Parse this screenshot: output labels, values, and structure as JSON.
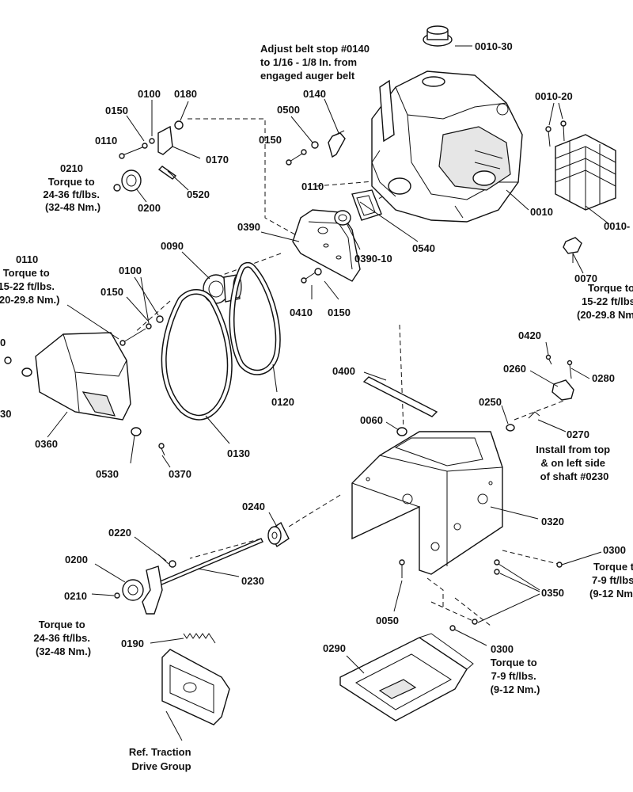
{
  "callouts": {
    "p0010_30": "0010-30",
    "p0010_20": "0010-20",
    "p0010": "0010",
    "p0010_r": "0010-",
    "p0070": "0070",
    "p0100_top": "0100",
    "p0180": "0180",
    "p0150_top": "0150",
    "p0110_top": "0110",
    "p0170": "0170",
    "p0520": "0520",
    "p0200_top": "0200",
    "p0210_top": "0210",
    "p0140": "0140",
    "p0500": "0500",
    "p0150_mid": "0150",
    "p0110_mid": "0110",
    "p0540": "0540",
    "p0390": "0390",
    "p0390_10": "0390-10",
    "p0410": "0410",
    "p0150_low": "0150",
    "p0090": "0090",
    "p0100_left": "0100",
    "p0150_left": "0150",
    "p0110_left": "0110",
    "p0120": "0120",
    "p0130": "0130",
    "p0360": "0360",
    "p0530": "0530",
    "p0370": "0370",
    "p0_edge": "0",
    "p30_edge": "30",
    "p0400": "0400",
    "p0420": "0420",
    "p0260": "0260",
    "p0280": "0280",
    "p0250": "0250",
    "p0060": "0060",
    "p0270": "0270",
    "p0320": "0320",
    "p0240": "0240",
    "p0220": "0220",
    "p0200_bot": "0200",
    "p0230": "0230",
    "p0210_bot": "0210",
    "p0190": "0190",
    "p0300_right": "0300",
    "p0350": "0350",
    "p0050": "0050",
    "p0300_low": "0300",
    "p0290": "0290"
  },
  "notes": {
    "belt_stop": [
      "Adjust belt stop #0140",
      "to 1/16 - 1/8 In. from",
      "engaged auger belt"
    ],
    "torque_0210_top": [
      "Torque to",
      "24-36 ft/lbs.",
      "(32-48 Nm.)"
    ],
    "torque_0110_left": [
      "Torque to",
      "15-22 ft/lbs.",
      "(20-29.8 Nm.)"
    ],
    "torque_0070": [
      "Torque to",
      "15-22 ft/lbs",
      "(20-29.8 Nm"
    ],
    "install_0270": [
      "Install from top",
      "& on left side",
      "of shaft #0230"
    ],
    "torque_0300_right": [
      "Torque t",
      "7-9 ft/lbs",
      "(9-12 Nm"
    ],
    "torque_0210_bot": [
      "Torque to",
      "24-36 ft/lbs.",
      "(32-48 Nm.)"
    ],
    "torque_0300_low": [
      "Torque to",
      "7-9 ft/lbs.",
      "(9-12 Nm.)"
    ],
    "ref_traction": [
      "Ref. Traction",
      "Drive Group"
    ]
  }
}
